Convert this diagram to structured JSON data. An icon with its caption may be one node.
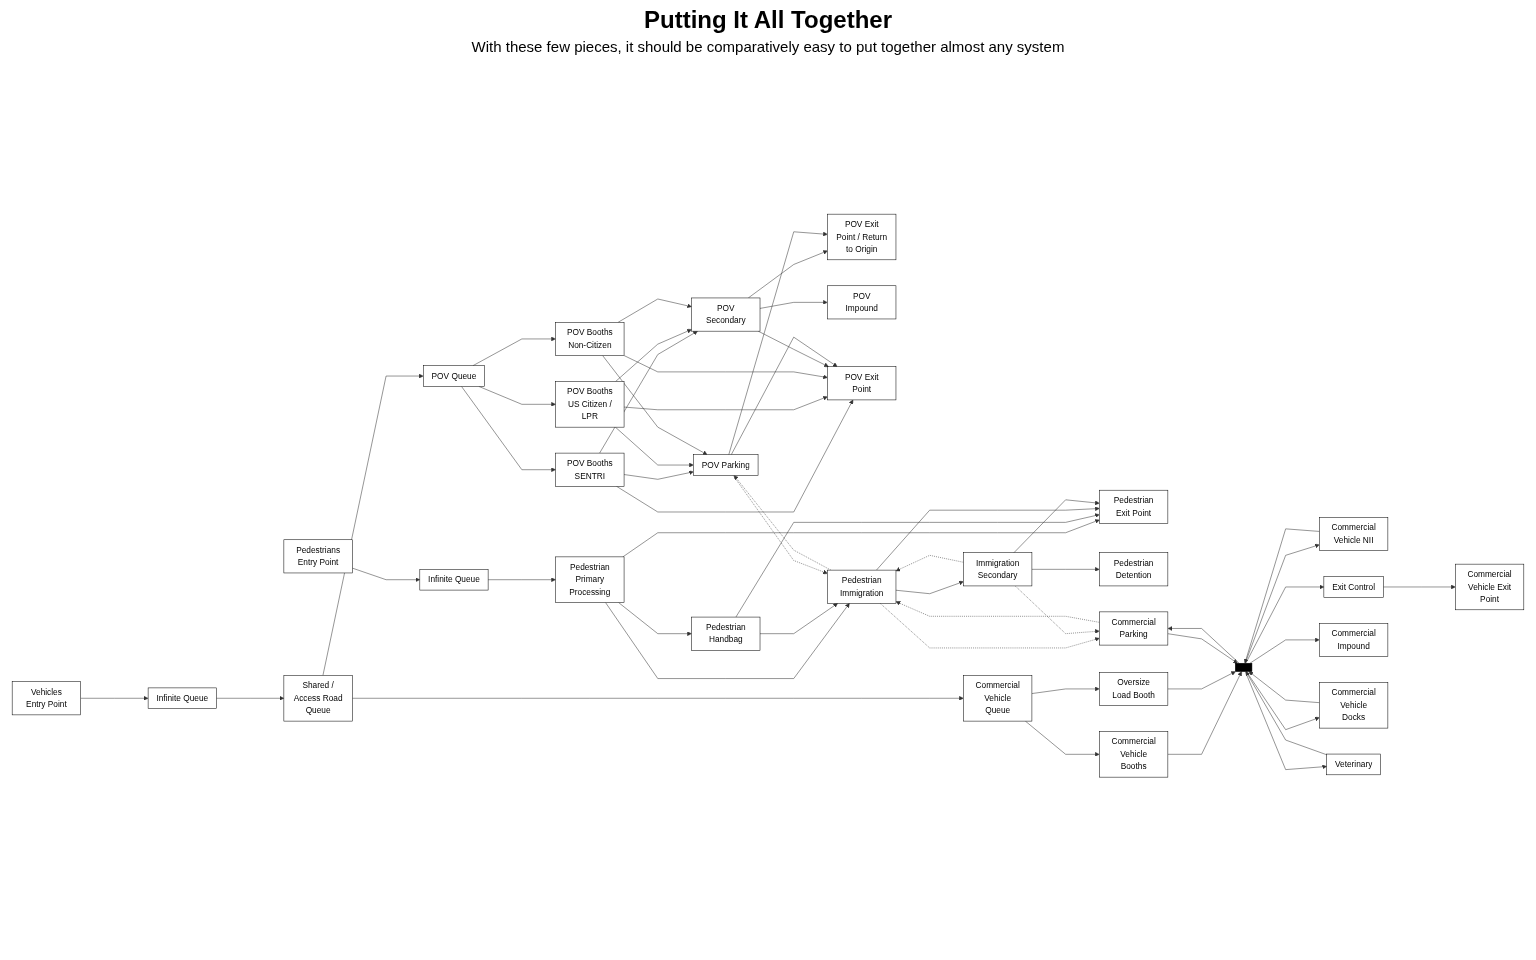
{
  "diagram": {
    "title": "Putting It All Together",
    "caption": "With these few pieces, it should be comparatively easy to put together almost any system",
    "nodes": [
      {
        "text": [
          "POV Exit Point / Return to Origin"
        ]
      },
      {
        "text": [
          "POV Queue"
        ]
      },
      {
        "text": [
          "POV Booths SENTRI"
        ]
      },
      {
        "text": [
          "POV Booths US Citizen / LPR"
        ]
      },
      {
        "text": [
          "POV Booths Non-Citizen"
        ]
      },
      {
        "text": [
          "POV Secondary"
        ]
      },
      {
        "text": [
          "POV Impound"
        ]
      },
      {
        "text": [
          "POV Exit Point"
        ]
      },
      {
        "text": [
          "POV Parking"
        ]
      },
      {
        "text": [
          "Vehicles Entry Point"
        ]
      },
      {
        "text": [
          "Infinite Queue"
        ]
      },
      {
        "text": [
          "Shared / Access Road Queue"
        ]
      },
      {
        "text": [
          "Pedestrians Entry Point"
        ]
      },
      {
        "text": [
          "Infinite Queue"
        ]
      },
      {
        "text": [
          "Pedestrian Handbag"
        ]
      },
      {
        "text": [
          "Pedestrian Primary Processing"
        ]
      },
      {
        "text": [
          "Pedestrian Exit Point"
        ]
      },
      {
        "text": [
          "Pedestrian Immigration"
        ]
      },
      {
        "text": [
          "Immigration Secondary"
        ]
      },
      {
        "text": [
          "Pedestrian Detention"
        ]
      },
      {
        "text": [
          "Commercial Parking"
        ]
      },
      {
        "text": [
          "Commercial Vehicle Queue"
        ]
      },
      {
        "text": [
          "Commercial Vehicle Booths"
        ]
      },
      {
        "text": [
          "Oversize Load Booth"
        ]
      },
      {
        "text": [
          "Commercial Vehicle NII"
        ]
      },
      {
        "text": [],
        "shape": "bar"
      },
      {
        "text": [
          "Exit Control"
        ]
      },
      {
        "text": [
          "Commercial Vehicle Exit Point"
        ]
      },
      {
        "text": [
          "Commercial Impound"
        ]
      },
      {
        "text": [
          "Commercial Vehicle Docks"
        ]
      },
      {
        "text": [
          "Veterinary"
        ]
      }
    ],
    "edges": [
      {
        "from": 9,
        "to": 10,
        "arrow": "to"
      },
      {
        "from": 10,
        "to": 11,
        "arrow": "to"
      },
      {
        "from": 11,
        "to": 1,
        "arrow": "to"
      },
      {
        "from": 11,
        "to": 21,
        "arrow": "to"
      },
      {
        "from": 12,
        "to": 13,
        "arrow": "to"
      },
      {
        "from": 13,
        "to": 15,
        "arrow": "to"
      },
      {
        "from": 1,
        "to": 2,
        "arrow": "to"
      },
      {
        "from": 1,
        "to": 3,
        "arrow": "to"
      },
      {
        "from": 1,
        "to": 4,
        "arrow": "to"
      },
      {
        "from": 2,
        "to": 5,
        "arrow": "to"
      },
      {
        "from": 2,
        "to": 7,
        "arrow": "to"
      },
      {
        "from": 2,
        "to": 8,
        "arrow": "to"
      },
      {
        "from": 3,
        "to": 5,
        "arrow": "to"
      },
      {
        "from": 3,
        "to": 7,
        "arrow": "to"
      },
      {
        "from": 3,
        "to": 8,
        "arrow": "to"
      },
      {
        "from": 4,
        "to": 5,
        "arrow": "to"
      },
      {
        "from": 4,
        "to": 7,
        "arrow": "to"
      },
      {
        "from": 4,
        "to": 8,
        "arrow": "to"
      },
      {
        "from": 5,
        "to": 6,
        "arrow": "to"
      },
      {
        "from": 5,
        "to": 7,
        "arrow": "to"
      },
      {
        "from": 5,
        "to": 0,
        "arrow": "to"
      },
      {
        "from": 8,
        "to": 7,
        "arrow": "to"
      },
      {
        "from": 8,
        "to": 0,
        "arrow": "to"
      },
      {
        "from": 15,
        "to": 14,
        "arrow": "to"
      },
      {
        "from": 15,
        "to": 16,
        "arrow": "to"
      },
      {
        "from": 15,
        "to": 17,
        "arrow": "to"
      },
      {
        "from": 14,
        "to": 16,
        "arrow": "to"
      },
      {
        "from": 14,
        "to": 17,
        "arrow": "to"
      },
      {
        "from": 17,
        "to": 16,
        "arrow": "to"
      },
      {
        "from": 17,
        "to": 18,
        "arrow": "to"
      },
      {
        "from": 18,
        "to": 16,
        "arrow": "to"
      },
      {
        "from": 18,
        "to": 19,
        "arrow": "to"
      },
      {
        "from": 8,
        "to": 17,
        "arrow": "to",
        "style": "dashed"
      },
      {
        "from": 17,
        "to": 8,
        "arrow": "to",
        "style": "dashed"
      },
      {
        "from": 17,
        "to": 20,
        "arrow": "to",
        "style": "dashed"
      },
      {
        "from": 20,
        "to": 17,
        "arrow": "to",
        "style": "dashed"
      },
      {
        "from": 18,
        "to": 17,
        "arrow": "to",
        "style": "dashed"
      },
      {
        "from": 18,
        "to": 20,
        "arrow": "to",
        "style": "dashed"
      },
      {
        "from": 21,
        "to": 22,
        "arrow": "to"
      },
      {
        "from": 21,
        "to": 23,
        "arrow": "to"
      },
      {
        "from": 22,
        "to": 25,
        "arrow": "to"
      },
      {
        "from": 23,
        "to": 25,
        "arrow": "to"
      },
      {
        "from": 25,
        "to": 24,
        "arrow": "to"
      },
      {
        "from": 24,
        "to": 25,
        "arrow": "to"
      },
      {
        "from": 25,
        "to": 20,
        "arrow": "to"
      },
      {
        "from": 20,
        "to": 25,
        "arrow": "to"
      },
      {
        "from": 25,
        "to": 29,
        "arrow": "to"
      },
      {
        "from": 29,
        "to": 25,
        "arrow": "to"
      },
      {
        "from": 25,
        "to": 30,
        "arrow": "to"
      },
      {
        "from": 30,
        "to": 25,
        "arrow": "to"
      },
      {
        "from": 25,
        "to": 26,
        "arrow": "to"
      },
      {
        "from": 25,
        "to": 28,
        "arrow": "to"
      },
      {
        "from": 26,
        "to": 27,
        "arrow": "to"
      }
    ]
  }
}
